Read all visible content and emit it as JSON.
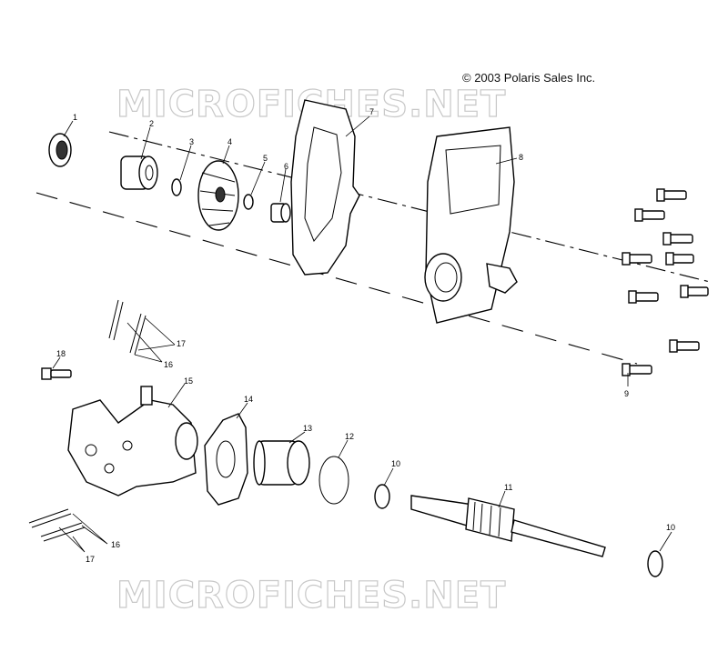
{
  "header": {
    "copyright": "© 2003 Polaris Sales Inc."
  },
  "watermarks": {
    "top": "MICROFICHES.NET",
    "bottom": "MICROFICHES.NET"
  },
  "callouts": [
    {
      "id": "c1",
      "label": "1"
    },
    {
      "id": "c2",
      "label": "2"
    },
    {
      "id": "c3",
      "label": "3"
    },
    {
      "id": "c4",
      "label": "4"
    },
    {
      "id": "c5",
      "label": "5"
    },
    {
      "id": "c6",
      "label": "6"
    },
    {
      "id": "c7",
      "label": "7"
    },
    {
      "id": "c8",
      "label": "8"
    },
    {
      "id": "c9",
      "label": "9"
    },
    {
      "id": "c10a",
      "label": "10"
    },
    {
      "id": "c10b",
      "label": "10"
    },
    {
      "id": "c11",
      "label": "11"
    },
    {
      "id": "c12",
      "label": "12"
    },
    {
      "id": "c13",
      "label": "13"
    },
    {
      "id": "c14",
      "label": "14"
    },
    {
      "id": "c15",
      "label": "15"
    },
    {
      "id": "c16a",
      "label": "16"
    },
    {
      "id": "c16b",
      "label": "16"
    },
    {
      "id": "c17a",
      "label": "17"
    },
    {
      "id": "c17b",
      "label": "17"
    },
    {
      "id": "c18",
      "label": "18"
    }
  ]
}
